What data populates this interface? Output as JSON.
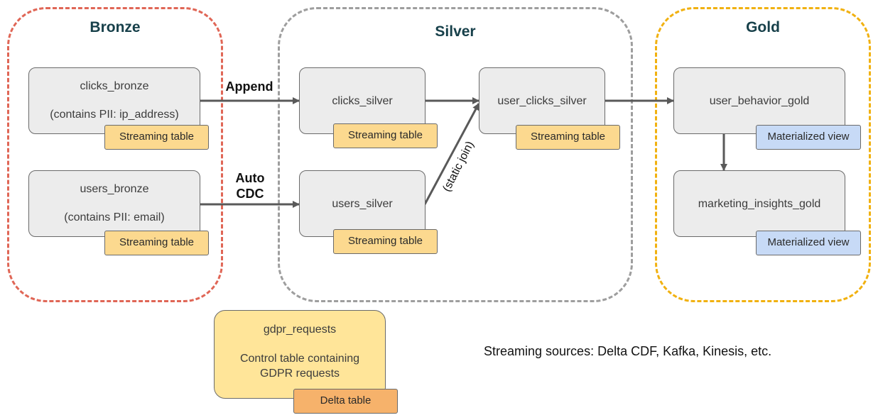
{
  "zones": {
    "bronze": {
      "title": "Bronze",
      "color": "#e06656"
    },
    "silver": {
      "title": "Silver",
      "color": "#9e9e9e"
    },
    "gold": {
      "title": "Gold",
      "color": "#f1b110"
    }
  },
  "nodes": {
    "clicks_bronze": {
      "name": "clicks_bronze",
      "note": "(contains PII: ip_address)",
      "tag": "Streaming table"
    },
    "users_bronze": {
      "name": "users_bronze",
      "note": "(contains PII: email)",
      "tag": "Streaming table"
    },
    "clicks_silver": {
      "name": "clicks_silver",
      "tag": "Streaming table"
    },
    "users_silver": {
      "name": "users_silver",
      "tag": "Streaming table"
    },
    "user_clicks_silver": {
      "name": "user_clicks_silver",
      "tag": "Streaming table"
    },
    "user_behavior_gold": {
      "name": "user_behavior_gold",
      "tag": "Materialized view"
    },
    "marketing_insights_gold": {
      "name": "marketing_insights_gold",
      "tag": "Materialized view"
    },
    "gdpr_requests": {
      "name": "gdpr_requests",
      "desc_line1": "Control table containing",
      "desc_line2": "GDPR requests",
      "tag": "Delta table"
    }
  },
  "edges": {
    "append_label": "Append",
    "auto_cdc_line1": "Auto",
    "auto_cdc_line2": "CDC",
    "static_join_label": "(static join)"
  },
  "note": "Streaming sources: Delta CDF, Kafka, Kinesis, etc.",
  "colors": {
    "arrow": "#595959",
    "streaming_tag": "#fcd98f",
    "materialized_tag": "#c7daf6",
    "delta_tag": "#f6b26b",
    "control_table": "#ffe599"
  }
}
